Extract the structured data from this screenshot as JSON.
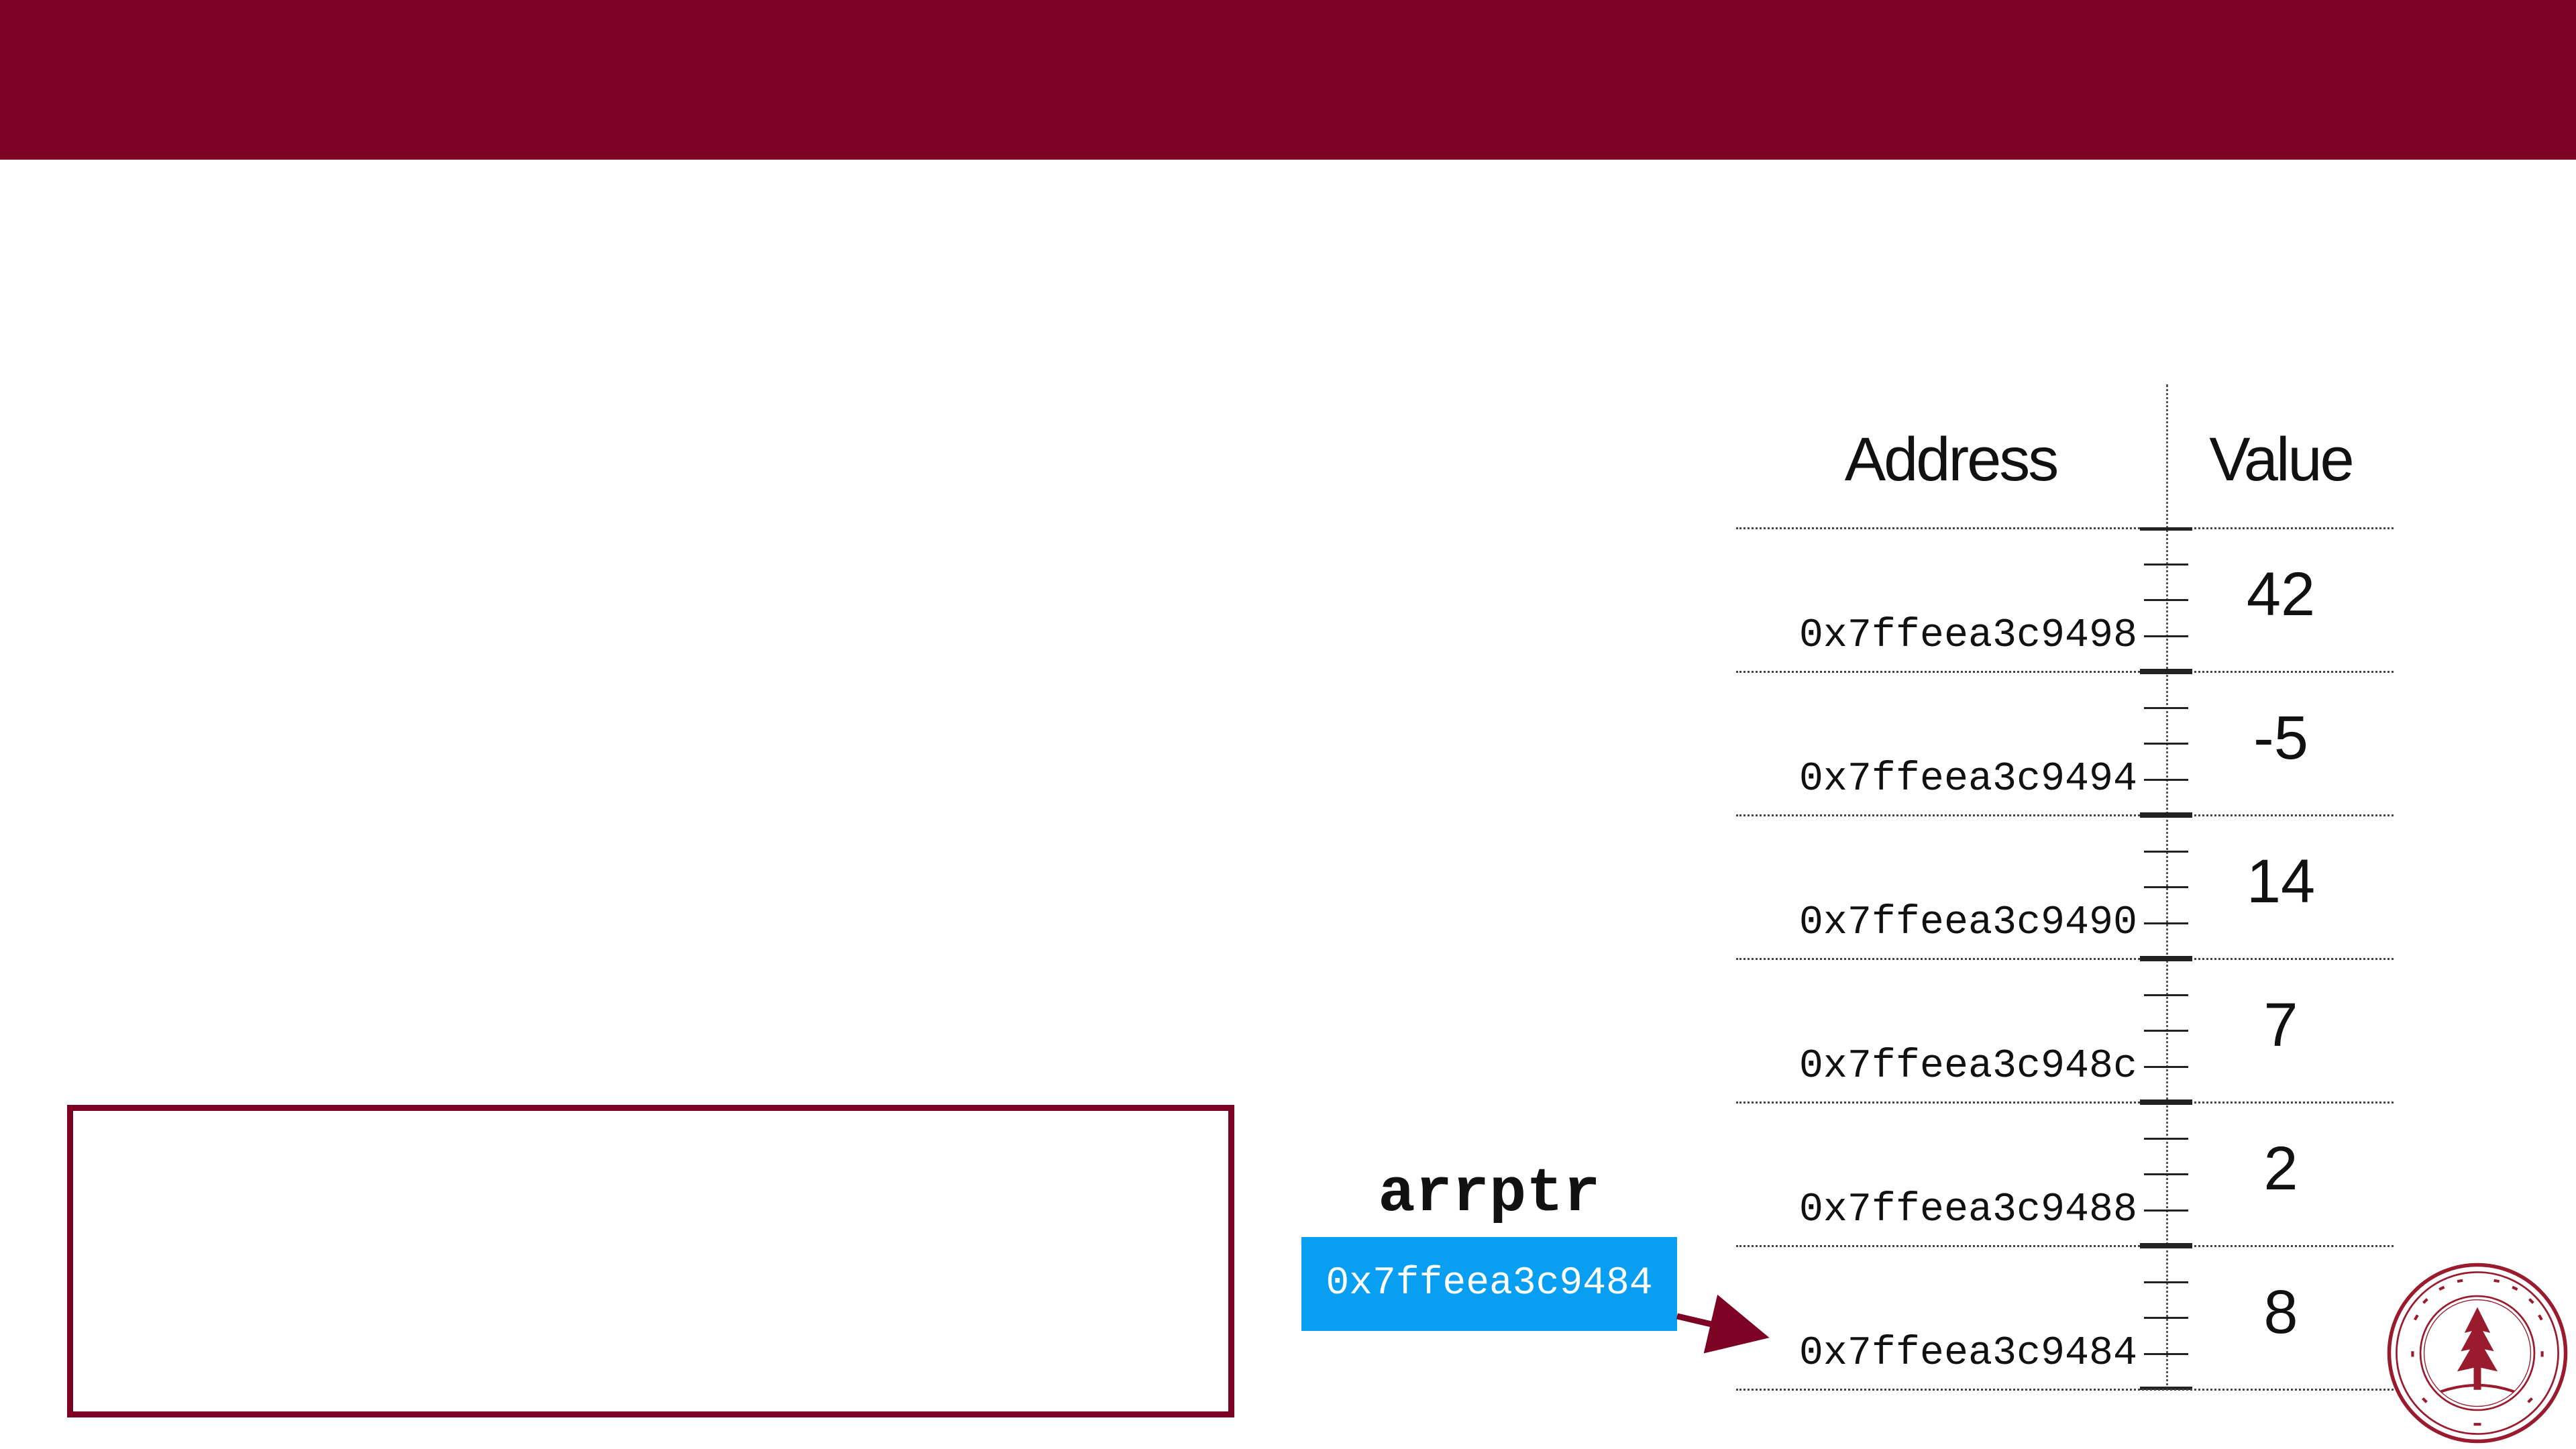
{
  "header": {
    "address_label": "Address",
    "value_label": "Value"
  },
  "memory": {
    "rows": [
      {
        "address": "0x7ffeea3c9498",
        "value": "42"
      },
      {
        "address": "0x7ffeea3c9494",
        "value": "-5"
      },
      {
        "address": "0x7ffeea3c9490",
        "value": "14"
      },
      {
        "address": "0x7ffeea3c948c",
        "value": "7"
      },
      {
        "address": "0x7ffeea3c9488",
        "value": "2"
      },
      {
        "address": "0x7ffeea3c9484",
        "value": "8"
      }
    ]
  },
  "pointer": {
    "name": "arrptr",
    "value": "0x7ffeea3c9484"
  },
  "colors": {
    "banner": "#7d0325",
    "pointer_box": "#089ef2",
    "arrow": "#7d0325"
  }
}
